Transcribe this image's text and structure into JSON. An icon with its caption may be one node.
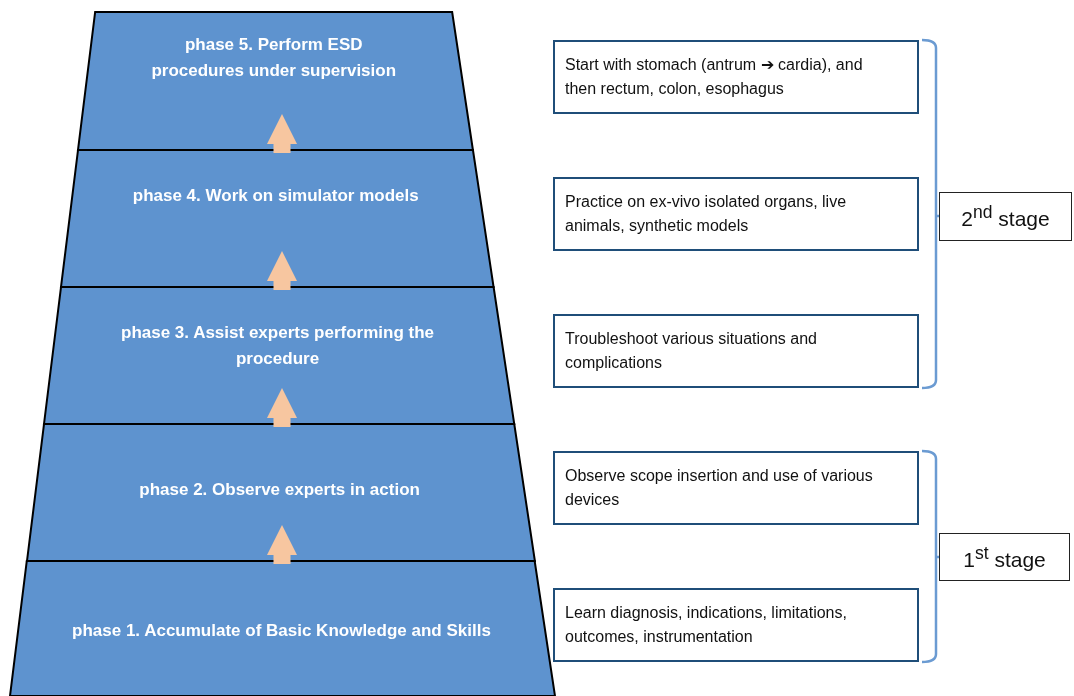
{
  "diagram": {
    "nodes": [
      {
        "text": [
          "phase 5. Perform ESD procedures under supervision"
        ]
      },
      {
        "text": [
          "phase 4. Work on simulator models"
        ]
      },
      {
        "text": [
          "phase 3. Assist experts performing the procedure"
        ]
      },
      {
        "text": [
          "phase 2. Observe experts in action"
        ]
      },
      {
        "text": [
          "phase 1. Accumulate of Basic Knowledge and Skills"
        ]
      },
      {
        "text": [
          "Start with stomach (antrum ➔ cardia), and then rectum, colon, esophagus"
        ]
      },
      {
        "text": [
          "Practice on ex-vivo isolated organs, live animals, synthetic models"
        ]
      },
      {
        "text": [
          "Troubleshoot various situations and complications"
        ]
      },
      {
        "text": [
          "Observe scope insertion and use of various devices"
        ]
      },
      {
        "text": [
          "Learn diagnosis, indications, limitations, outcomes, instrumentation"
        ]
      },
      {
        "text": [
          "2$^{nd}$ stage"
        ]
      },
      {
        "text": [
          "1$^{st}$ stage"
        ]
      }
    ],
    "edges": [
      {
        "from": 4,
        "to": 3,
        "arrow": "to"
      },
      {
        "from": 3,
        "to": 2,
        "arrow": "to"
      },
      {
        "from": 2,
        "to": 1,
        "arrow": "to"
      },
      {
        "from": 1,
        "to": 0,
        "arrow": "to"
      }
    ]
  }
}
